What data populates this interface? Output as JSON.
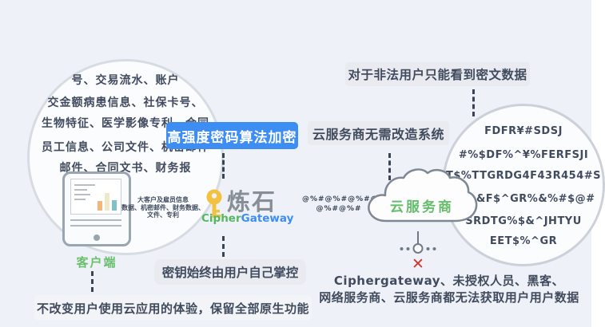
{
  "colors": {
    "accent_blue": "#3e8df2",
    "brand_green": "#63bd6a",
    "text_dark": "#414b5e",
    "alert_red": "#d2342e",
    "key_gold": "#f2c23e"
  },
  "left_circle": {
    "lines": [
      "号、交易流水、账户",
      "交金额病患信息、社保卡号、",
      "生物特征、医学影像专利、合同",
      "员工信息、公司文件、机密邮件",
      "邮件、合同文书、财务报"
    ]
  },
  "client": {
    "label": "客户端",
    "bottom_note": "不改变用户使用云应用的体验，保留全部原生功能"
  },
  "gateway": {
    "encrypt_badge": "高强度密码算法加密",
    "brand_cn": "炼石",
    "brand_en_green": "Cipher",
    "brand_en_blue": "Gateway",
    "data_note_lines": [
      "大客户及雇员信息",
      "数据、机密邮件、财务数据、",
      "文件、专利"
    ],
    "key_note": "密钥始终由用户自己掌控"
  },
  "cipher_stream": {
    "line1": "@%#@%#@%#@%#",
    "line2": "@%#@%#"
  },
  "cloud": {
    "label": "云服务商",
    "top_note": "云服务商无需改造系统"
  },
  "right_circle": {
    "top_note": "对于非法用户只能看到密文数据",
    "lines": [
      "FDFR¥#SDSJ",
      "#%$DF%^¥%FERFSJI",
      "T$%TTGRDG4F43R454#S",
      "34^&F$^GR%&%#$@#",
      "SRDTG%$&^JHTYU",
      "EET$%^GR"
    ]
  },
  "blocked": {
    "x_mark": "✕",
    "line1": "Ciphergateway、未授权人员、黑客、",
    "line2": "网络服务商、云服务商都无法获取用户用户数据"
  }
}
